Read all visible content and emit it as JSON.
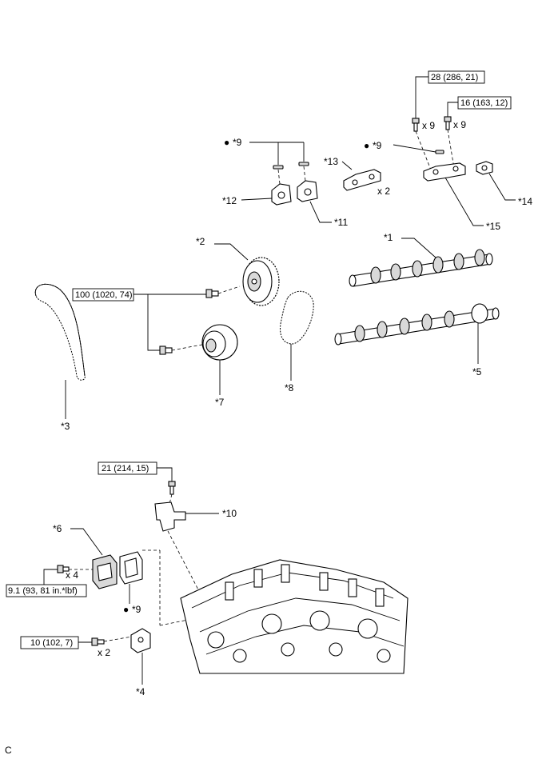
{
  "torques": {
    "t28": "28 (286, 21)",
    "t16": "16 (163, 12)",
    "t100": "100 (1020, 74)",
    "t21": "21 (214, 15)",
    "t91": "9.1 (93, 81 in.*lbf)",
    "t10": "10 (102, 7)"
  },
  "callouts": {
    "c1": "*1",
    "c2": "*2",
    "c3": "*3",
    "c4": "*4",
    "c5": "*5",
    "c6": "*6",
    "c7": "*7",
    "c8": "*8",
    "c9a": "*9",
    "c9b": "*9",
    "c9c": "*9",
    "c10": "*10",
    "c11": "*11",
    "c12": "*12",
    "c13": "*13",
    "c14": "*14",
    "c15": "*15"
  },
  "quantities": {
    "q_x9a": "x 9",
    "q_x9b": "x 9",
    "q_x2a": "x 2",
    "q_x4": "x 4",
    "q_x2b": "x 2"
  },
  "bullet": "●",
  "footer_code": "C"
}
